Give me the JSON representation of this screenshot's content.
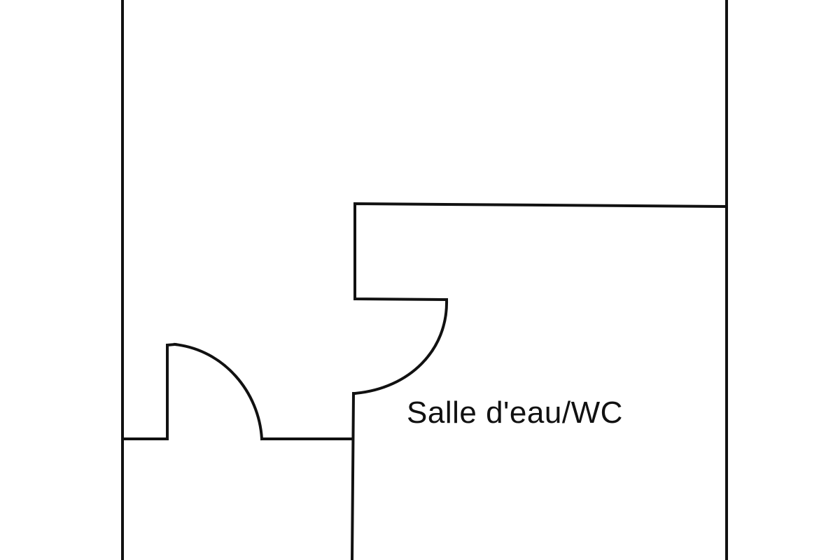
{
  "diagram": {
    "type": "floor-plan",
    "line_color": "#111111",
    "background": "#ffffff",
    "rooms": [
      {
        "id": "salle-d-eau-wc",
        "label": "Salle d'eau/WC"
      }
    ],
    "doors": [
      {
        "id": "door-left",
        "swing": "quarter-arc"
      },
      {
        "id": "door-bathroom",
        "swing": "quarter-arc"
      }
    ]
  }
}
